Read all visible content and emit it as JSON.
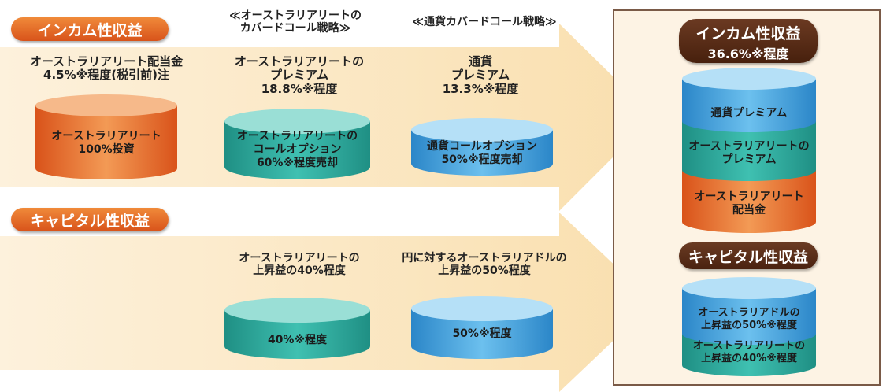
{
  "income": {
    "label": "インカム性収益",
    "covered_call_heading_line1": "≪オーストラリアリートの",
    "covered_call_heading_line2": "カバードコール戦略≫",
    "currency_heading": "≪通貨カバードコール戦略≫",
    "dividend_line1": "オーストラリアリート配当金",
    "dividend_line2": "4.5%※程度(税引前)注",
    "reit_premium_line1": "オーストラリアリートの",
    "reit_premium_line2": "プレミアム",
    "reit_premium_line3": "18.8%※程度",
    "currency_premium_line1": "通貨",
    "currency_premium_line2": "プレミアム",
    "currency_premium_line3": "13.3%※程度",
    "cyl_reit_invest_line1": "オーストラリアリート",
    "cyl_reit_invest_line2": "100%投資",
    "cyl_reit_call_line1": "オーストラリアリートの",
    "cyl_reit_call_line2": "コールオプション",
    "cyl_reit_call_line3": "60%※程度売却",
    "cyl_currency_call_line1": "通貨コールオプション",
    "cyl_currency_call_line2": "50%※程度売却"
  },
  "capital": {
    "label": "キャピタル性収益",
    "reit_gain_line1": "オーストラリアリートの",
    "reit_gain_line2": "上昇益の40%程度",
    "aud_gain_line1": "円に対するオーストラリアドルの",
    "aud_gain_line2": "上昇益の50%程度",
    "cyl_reit": "40%※程度",
    "cyl_aud": "50%※程度"
  },
  "result": {
    "income_label": "インカム性収益",
    "income_value": "36.6%※程度",
    "stack_currency": "通貨プレミアム",
    "stack_reit_premium_line1": "オーストラリアリートの",
    "stack_reit_premium_line2": "プレミアム",
    "stack_dividend_line1": "オーストラリアリート",
    "stack_dividend_line2": "配当金",
    "capital_label": "キャピタル性収益",
    "cap_aud_line1": "オーストラリアドルの",
    "cap_aud_line2": "上昇益の50%※程度",
    "cap_reit_line1": "オーストラリアリートの",
    "cap_reit_line2": "上昇益の40%※程度"
  },
  "colors": {
    "orange": "#e8742e",
    "teal": "#2aa79a",
    "blue": "#4aa6dc",
    "brown": "#5a2d18",
    "arrow": "#fbe6c4"
  }
}
